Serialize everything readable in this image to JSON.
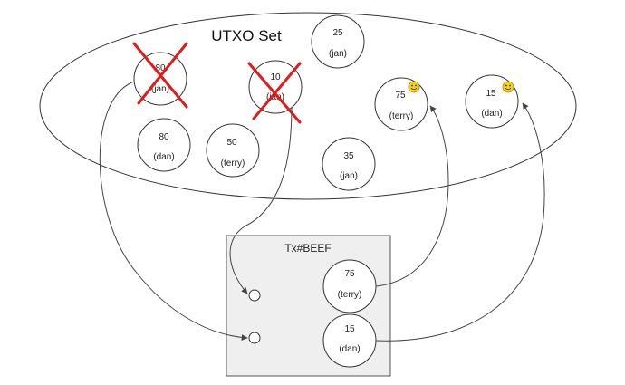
{
  "utxo_set": {
    "title": "UTXO Set",
    "utxos": [
      {
        "id": "u80jan",
        "value": "80",
        "owner": "(jan)",
        "spent": true
      },
      {
        "id": "u25jan",
        "value": "25",
        "owner": "(jan)",
        "spent": false
      },
      {
        "id": "u10jan",
        "value": "10",
        "owner": "(jan)",
        "spent": true
      },
      {
        "id": "u75terry",
        "value": "75",
        "owner": "(terry)",
        "spent": false,
        "new": true
      },
      {
        "id": "u15dan",
        "value": "15",
        "owner": "(dan)",
        "spent": false,
        "new": true
      },
      {
        "id": "u80dan",
        "value": "80",
        "owner": "(dan)",
        "spent": false
      },
      {
        "id": "u50terry",
        "value": "50",
        "owner": "(terry)",
        "spent": false
      },
      {
        "id": "u35jan",
        "value": "35",
        "owner": "(jan)",
        "spent": false
      }
    ]
  },
  "transaction": {
    "title": "Tx#BEEF",
    "outputs": [
      {
        "id": "out75",
        "value": "75",
        "owner": "(terry)"
      },
      {
        "id": "out15",
        "value": "15",
        "owner": "(dan)"
      }
    ]
  },
  "colors": {
    "cross": "#e01b1b",
    "tx_box": "#efefef",
    "smiley": "#f2d21b"
  },
  "icons": {
    "spent_marker": "red-x-cross-icon",
    "new_marker": "smiley-icon"
  }
}
